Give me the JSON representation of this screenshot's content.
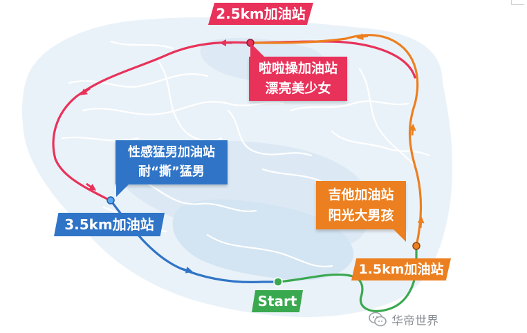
{
  "labels": {
    "station_2_5km": "2.5km加油站",
    "lala_line1": "啦啦操加油站",
    "lala_line2": "漂亮美少女",
    "xinggan_line1": "性感猛男加油站",
    "xinggan_line2": "耐“撕”猛男",
    "station_3_5km": "3.5km加油站",
    "jita_line1": "吉他加油站",
    "jita_line2": "阳光大男孩",
    "station_1_5km": "1.5km加油站",
    "start": "Start"
  },
  "watermark": {
    "text": "华帝世界",
    "icon": "wechat-icon"
  },
  "colors": {
    "red": "#e8325a",
    "blue": "#2f74c7",
    "orange": "#ec7f1f",
    "green": "#3aa84f",
    "land": "#e7f0f8",
    "water_lines": "#ffffff"
  }
}
